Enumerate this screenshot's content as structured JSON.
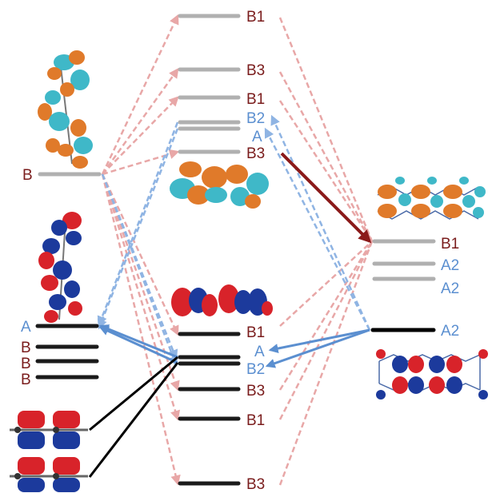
{
  "colors": {
    "red_label": "#7a1c1c",
    "blue_label": "#5b8fd0",
    "unoccupied_level": "#b0b0b0",
    "occupied_level": "#1a1a1a",
    "pink_arrow": "#e8a7a7",
    "blue_arrow": "#8fb4e3",
    "strong_arrow": "#8b1a1a",
    "orbital_orange": "#e07a2a",
    "orbital_cyan": "#3fb8c8",
    "orbital_red": "#d8232a",
    "orbital_blue": "#1c3a9c"
  },
  "left_fragment": {
    "unoccupied": [
      {
        "label": "B"
      }
    ],
    "occupied": [
      {
        "label": "A"
      },
      {
        "label": "B"
      },
      {
        "label": "B"
      },
      {
        "label": "B"
      }
    ]
  },
  "complex": {
    "unoccupied": [
      {
        "label": "B1"
      },
      {
        "label": "B3"
      },
      {
        "label": "B1"
      },
      {
        "label": "B2"
      },
      {
        "label": "A"
      },
      {
        "label": "B3"
      }
    ],
    "occupied": [
      {
        "label": "B1"
      },
      {
        "label": "A"
      },
      {
        "label": "B2"
      },
      {
        "label": "B3"
      },
      {
        "label": "B1"
      },
      {
        "label": "B3"
      }
    ]
  },
  "right_fragment": {
    "unoccupied": [
      {
        "label": "B1"
      },
      {
        "label": "A2"
      },
      {
        "label": "A2"
      }
    ],
    "occupied": [
      {
        "label": "A2"
      }
    ]
  }
}
